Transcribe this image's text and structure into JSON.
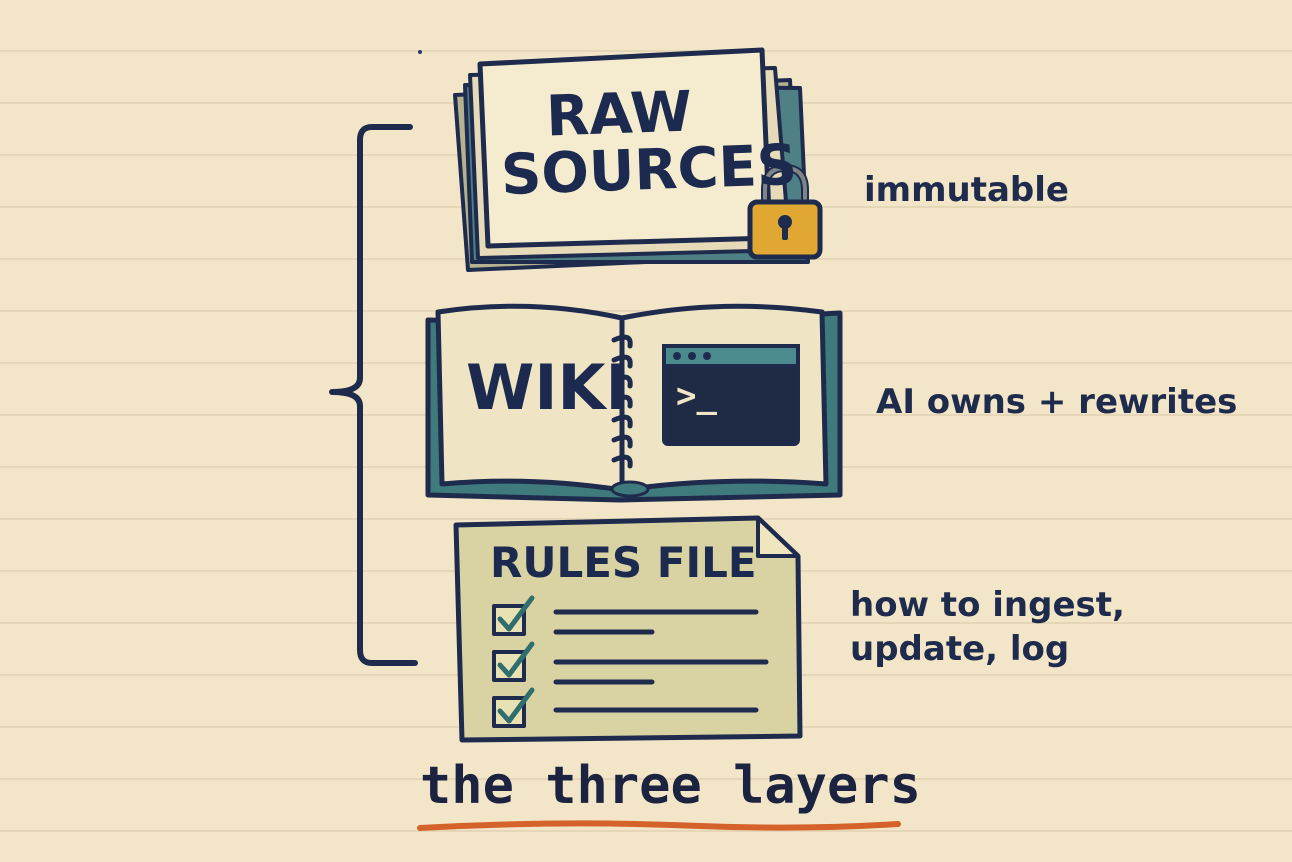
{
  "layers": [
    {
      "title_line1": "RAW",
      "title_line2": "SOURCES",
      "note": "immutable",
      "icon": "padlock-icon"
    },
    {
      "title": "WIKI",
      "note": "AI owns + rewrites",
      "icon": "terminal-icon",
      "terminal_prompt": ">_"
    },
    {
      "title": "RULES FILE",
      "note_line1": "how to ingest,",
      "note_line2": "update, log",
      "icon": "checklist-icon",
      "checklist_items": 3
    }
  ],
  "caption": "the three layers",
  "colors": {
    "ink": "#1e2b4d",
    "paper": "#f3e6c8",
    "teal": "#3f7a7c",
    "lock_gold": "#e0a832",
    "rules_card": "#d9d3a3",
    "underline": "#d4622a"
  }
}
